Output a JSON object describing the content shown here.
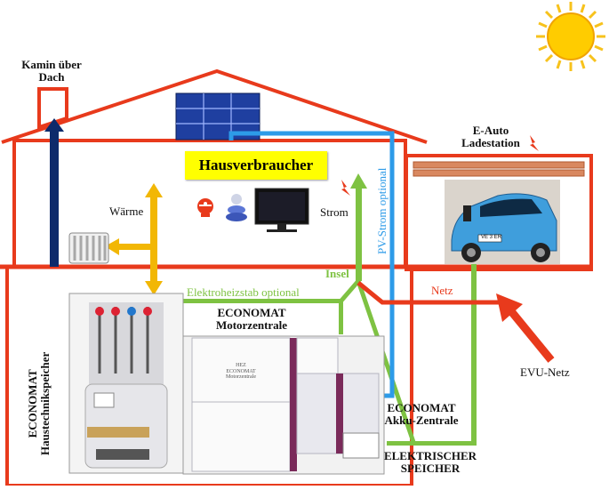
{
  "labels": {
    "kamin": "Kamin über\nDach",
    "hausverbraucher": "Hausverbraucher",
    "waerme": "Wärme",
    "strom": "Strom",
    "pv_strom": "PV-Strom optional",
    "eauto": "E-Auto\nLadestation",
    "insel": "Insel",
    "netz": "Netz",
    "elektroheizstab": "Elektroheizstab optional",
    "motorzentrale": "ECONOMAT\nMotorzentrale",
    "evu_netz": "EVU-Netz",
    "akku_zentrale": "ECONOMAT\nAkku-Zentrale",
    "elektrischer_speicher": "ELEKTRISCHER\nSPEICHER",
    "haustechnikspeicher": "ECONOMAT\nHaustechnikspeicher",
    "cab_brand": "HEZ\nECONOMAT\nMotorzentrale",
    "plate": "VE 3 ER"
  },
  "icons": [
    "sun-icon",
    "lightning-icon",
    "solar-panel-icon",
    "radiator-icon",
    "tv-icon",
    "heating-element-icon",
    "electric-car-icon"
  ],
  "colors": {
    "house": "#e83a1c",
    "heat": "#f2b705",
    "pv": "#2d9be8",
    "green": "#7ec242",
    "chimney_flow": "#0d2a6b",
    "label_box": "#ffff00"
  }
}
